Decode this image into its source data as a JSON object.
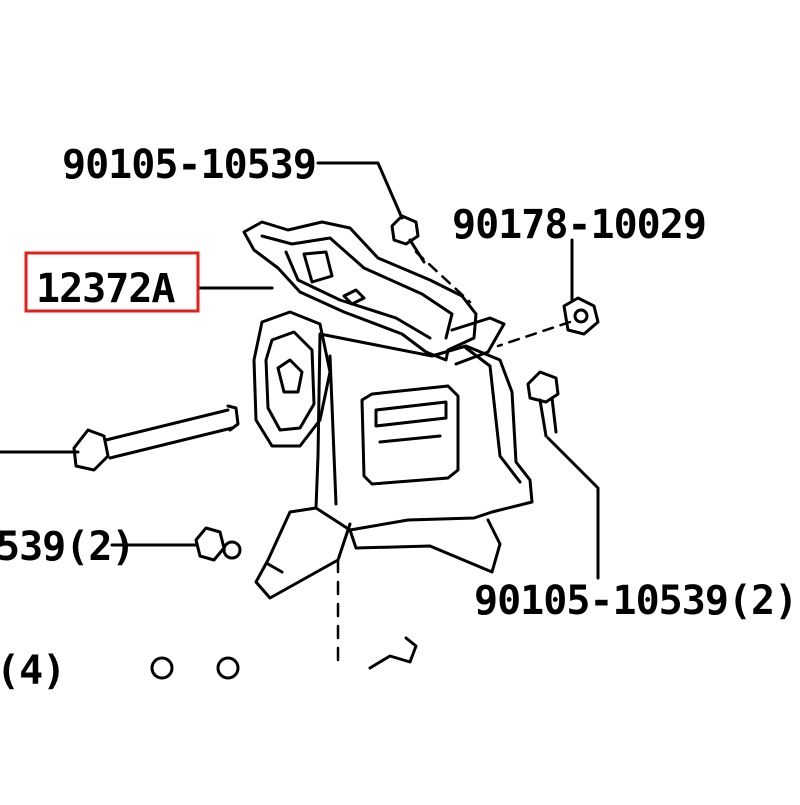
{
  "diagram": {
    "labels": {
      "top_bolt": "90105-10539",
      "nut": "90178-10029",
      "highlighted_part": "12372A",
      "left_bolt": "539(2)",
      "right_bolt": "90105-10539(2)",
      "bottom_left": "(4)"
    },
    "highlight_color": "#e0201a"
  }
}
